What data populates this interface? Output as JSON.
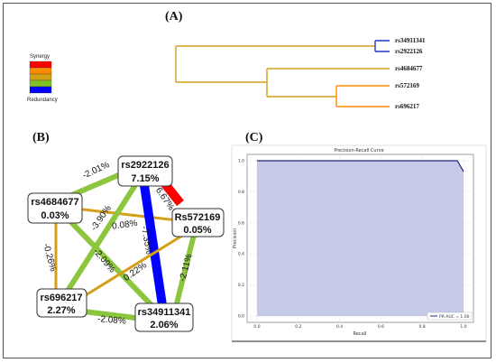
{
  "panels": {
    "a_label": "(A)",
    "b_label": "(B)",
    "c_label": "(C)"
  },
  "legend": {
    "top": "Synergy",
    "bottom": "Redundancy",
    "colors": [
      "#ff0000",
      "#ff8c00",
      "#d4a017",
      "#7ec225",
      "#0000ff"
    ]
  },
  "dendrogram": {
    "leaves": [
      "rs34911341",
      "rs2922126",
      "rs4684677",
      "rs572169",
      "rs696217"
    ]
  },
  "network": {
    "nodes": [
      {
        "id": "rs2922126",
        "label": "rs2922126",
        "value": "7.15%"
      },
      {
        "id": "rs4684677",
        "label": "rs4684677",
        "value": "0.03%"
      },
      {
        "id": "rs572169",
        "label": "Rs572169",
        "value": "0.05%"
      },
      {
        "id": "rs696217",
        "label": "rs696217",
        "value": "2.27%"
      },
      {
        "id": "rs34911341",
        "label": "rs34911341",
        "value": "2.06%"
      }
    ],
    "edges": [
      {
        "from": "rs4684677",
        "to": "rs2922126",
        "label": "-2.01%",
        "color": "#8cc63f"
      },
      {
        "from": "rs2922126",
        "to": "rs572169",
        "label": "6.67%",
        "color": "#ff0000"
      },
      {
        "from": "rs2922126",
        "to": "rs34911341",
        "label": "-7.35%",
        "color": "#0000ff"
      },
      {
        "from": "rs2922126",
        "to": "rs696217",
        "label": "-3.90%",
        "color": "#8cc63f"
      },
      {
        "from": "rs4684677",
        "to": "rs572169",
        "label": "0.08%",
        "color": "#d4a017"
      },
      {
        "from": "rs4684677",
        "to": "rs696217",
        "label": "-0.26%",
        "color": "#d4a017"
      },
      {
        "from": "rs4684677",
        "to": "rs34911341",
        "label": "-2.09%",
        "color": "#8cc63f"
      },
      {
        "from": "rs696217",
        "to": "rs572169",
        "label": "0.22%",
        "color": "#d4a017"
      },
      {
        "from": "rs572169",
        "to": "rs34911341",
        "label": "-2.11%",
        "color": "#8cc63f"
      },
      {
        "from": "rs696217",
        "to": "rs34911341",
        "label": "-2.08%",
        "color": "#8cc63f"
      }
    ]
  },
  "chart_data": {
    "type": "area",
    "title": "Precision-Recall Curve",
    "xlabel": "Recall",
    "ylabel": "Precision",
    "xlim": [
      0.0,
      1.0
    ],
    "ylim": [
      0.0,
      1.0
    ],
    "xticks": [
      "0.0",
      "0.2",
      "0.4",
      "0.6",
      "0.8",
      "1.0"
    ],
    "yticks": [
      "0.0",
      "0.2",
      "0.4",
      "0.6",
      "0.8",
      "1.0"
    ],
    "grid": true,
    "series": [
      {
        "name": "PR AUC = 1.00",
        "x": [
          0.0,
          0.97,
          1.0
        ],
        "y": [
          1.0,
          1.0,
          0.93
        ]
      }
    ],
    "legend_position": "bottom-right",
    "line_color": "#1a237e",
    "fill_color": "#c5cae9"
  }
}
